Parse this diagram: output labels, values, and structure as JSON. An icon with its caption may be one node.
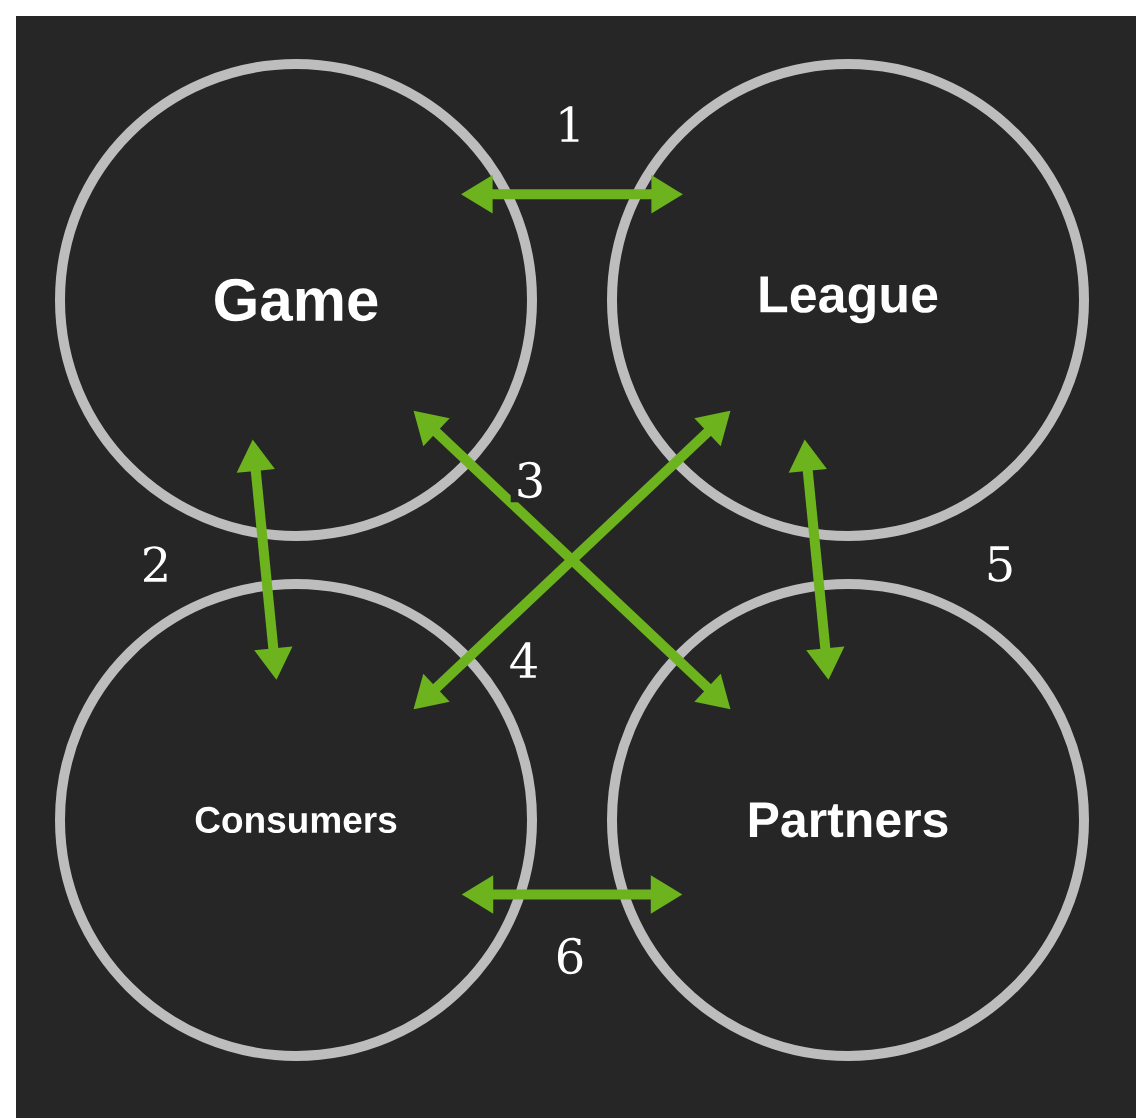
{
  "diagram": {
    "nodes": [
      {
        "text": [
          "Game"
        ]
      },
      {
        "text": [
          "League"
        ]
      },
      {
        "text": [
          "Consumers"
        ]
      },
      {
        "text": [
          "Partners"
        ]
      }
    ],
    "edges": [
      {
        "from": 0,
        "to": 1,
        "arrow": "both",
        "label": "1"
      },
      {
        "from": 0,
        "to": 2,
        "arrow": "both",
        "label": "2"
      },
      {
        "from": 0,
        "to": 3,
        "arrow": "both",
        "label": "3"
      },
      {
        "from": 1,
        "to": 2,
        "arrow": "both",
        "label": "4"
      },
      {
        "from": 1,
        "to": 3,
        "arrow": "both",
        "label": "5"
      },
      {
        "from": 2,
        "to": 3,
        "arrow": "both",
        "label": "6"
      }
    ]
  }
}
